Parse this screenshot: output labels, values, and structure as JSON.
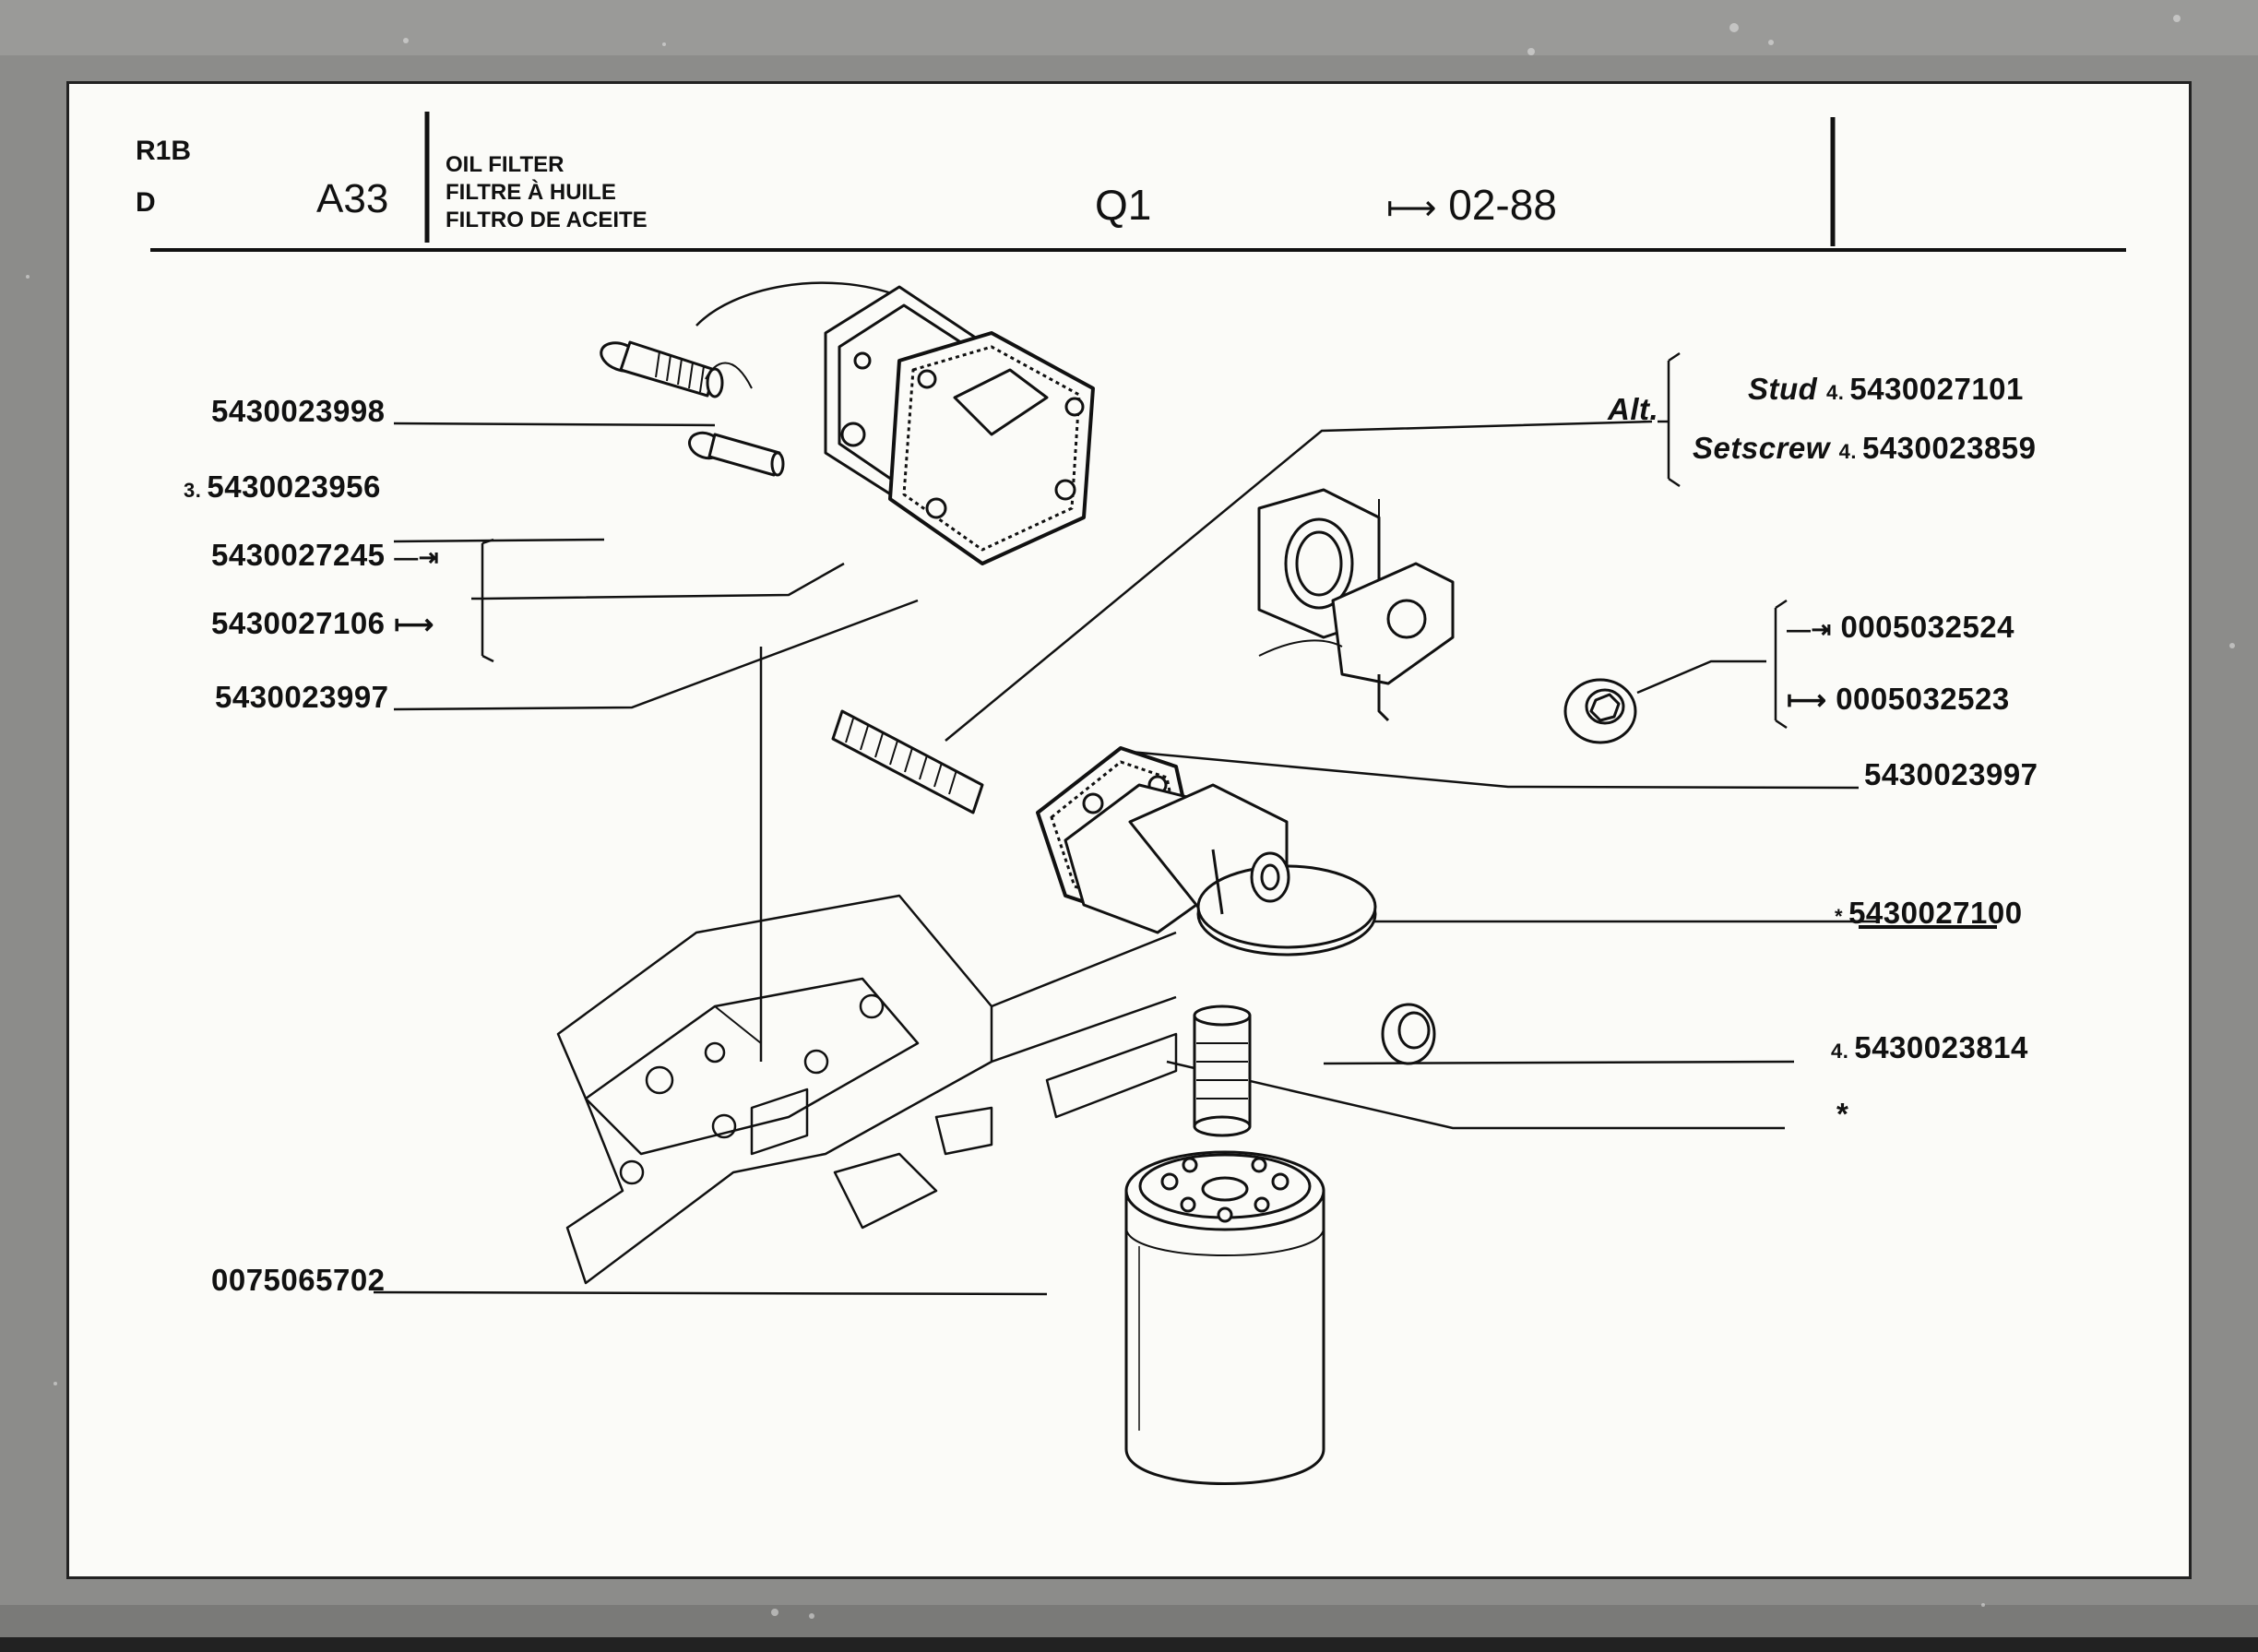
{
  "header": {
    "model_code": "R1B",
    "variant_code": "D",
    "section_code": "A33",
    "titles": [
      "OIL FILTER",
      "FILTRE À HUILE",
      "FILTRO DE ACEITE"
    ],
    "group_code": "Q1",
    "validity": "02-88",
    "validity_arrow": "⟼"
  },
  "left_callouts": {
    "bolt_part": "5430023998",
    "screw_qty": "3.",
    "screw_part": "5430023956",
    "cover_part_a": "5430027245",
    "cover_part_a_arrow": "—⇥",
    "cover_part_b": "5430027106",
    "cover_part_b_arrow": "⟼",
    "gasket_part": "5430023997",
    "filter_part": "0075065702"
  },
  "right_callouts": {
    "alt_label": "Alt.",
    "stud_label": "Stud",
    "stud_qty": "4.",
    "stud_part": "5430027101",
    "setscrew_label": "Setscrew",
    "setscrew_qty": "4.",
    "setscrew_part": "5430023859",
    "plug_part_a": "0005032524",
    "plug_part_a_arrow": "—⇥",
    "plug_part_b": "0005032523",
    "plug_part_b_arrow": "⟼",
    "gasket_part": "5430023997",
    "support_mark": "*",
    "support_part": "5430027100",
    "nut_qty": "4.",
    "nut_part": "5430023814",
    "nipple_mark": "*"
  }
}
